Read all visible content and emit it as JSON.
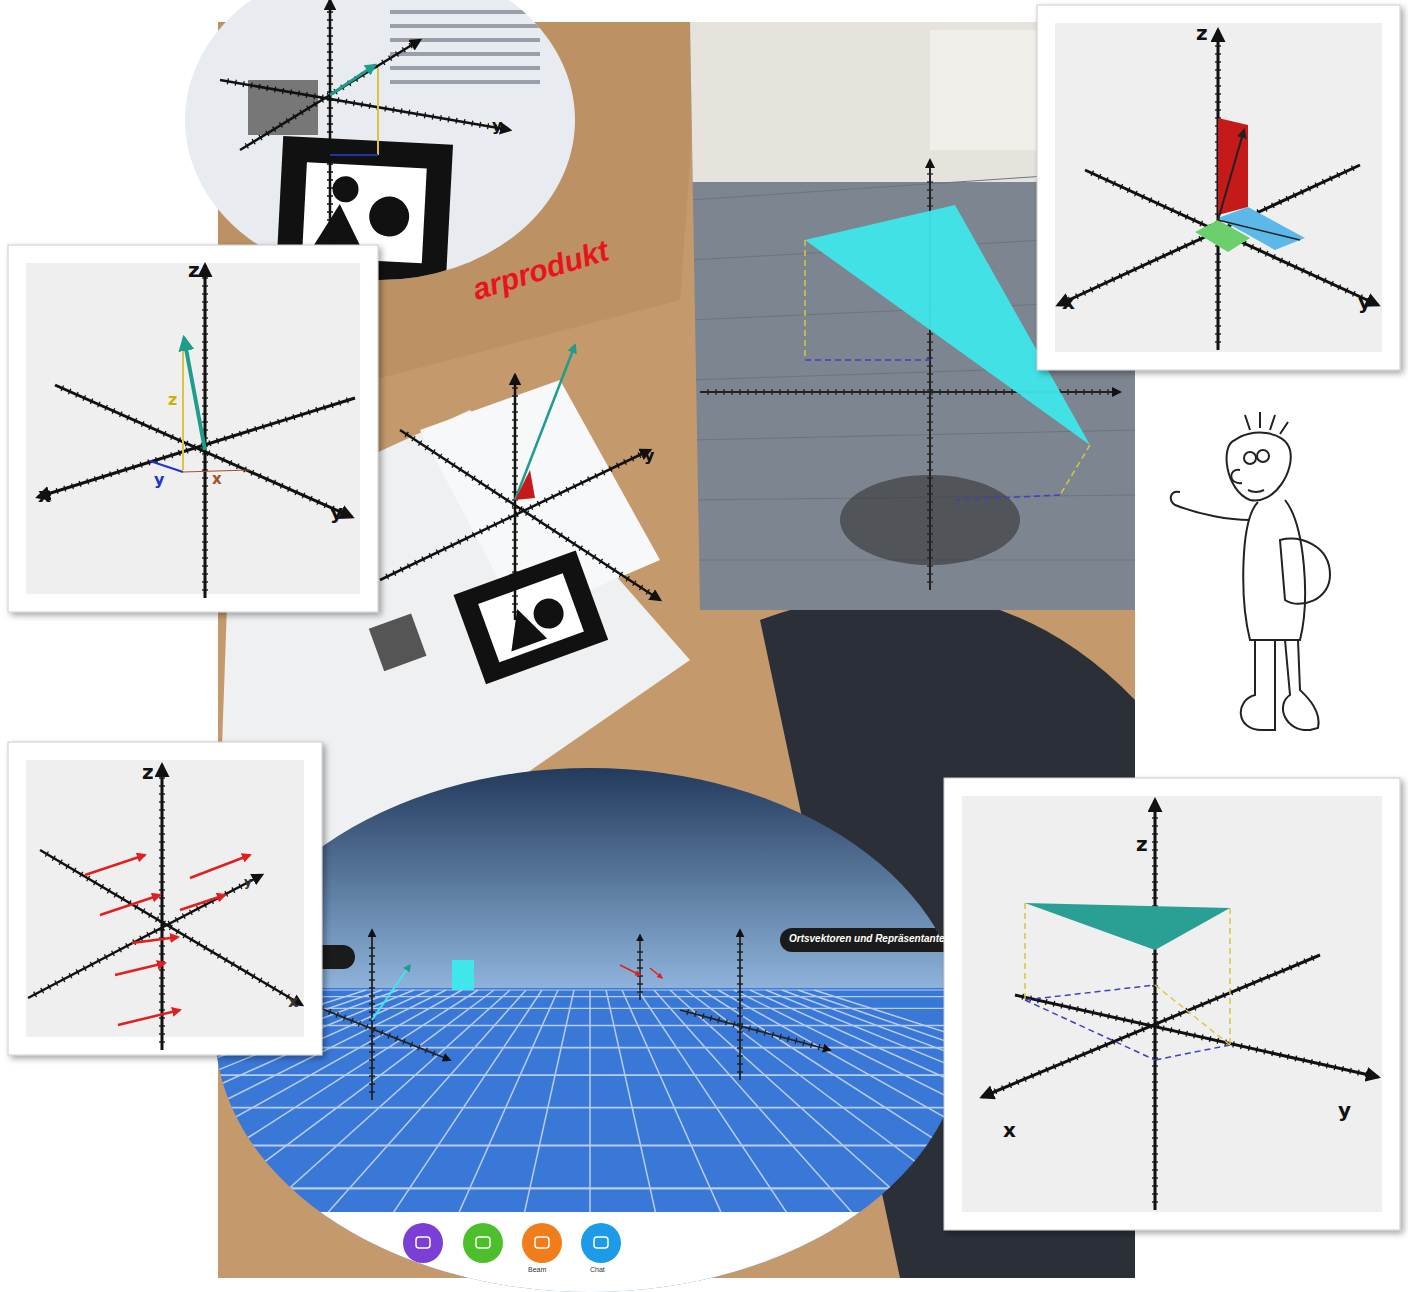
{
  "diagram": {
    "labels": [
      "z",
      "z",
      "x",
      "y",
      "x",
      "y",
      "arprodukt",
      "y",
      "y",
      "z",
      "x",
      "y",
      "z",
      "y",
      "x",
      "Ortsvektoren und Repräsentanten",
      "Beam",
      "Chat",
      "z",
      "x",
      "y"
    ]
  }
}
